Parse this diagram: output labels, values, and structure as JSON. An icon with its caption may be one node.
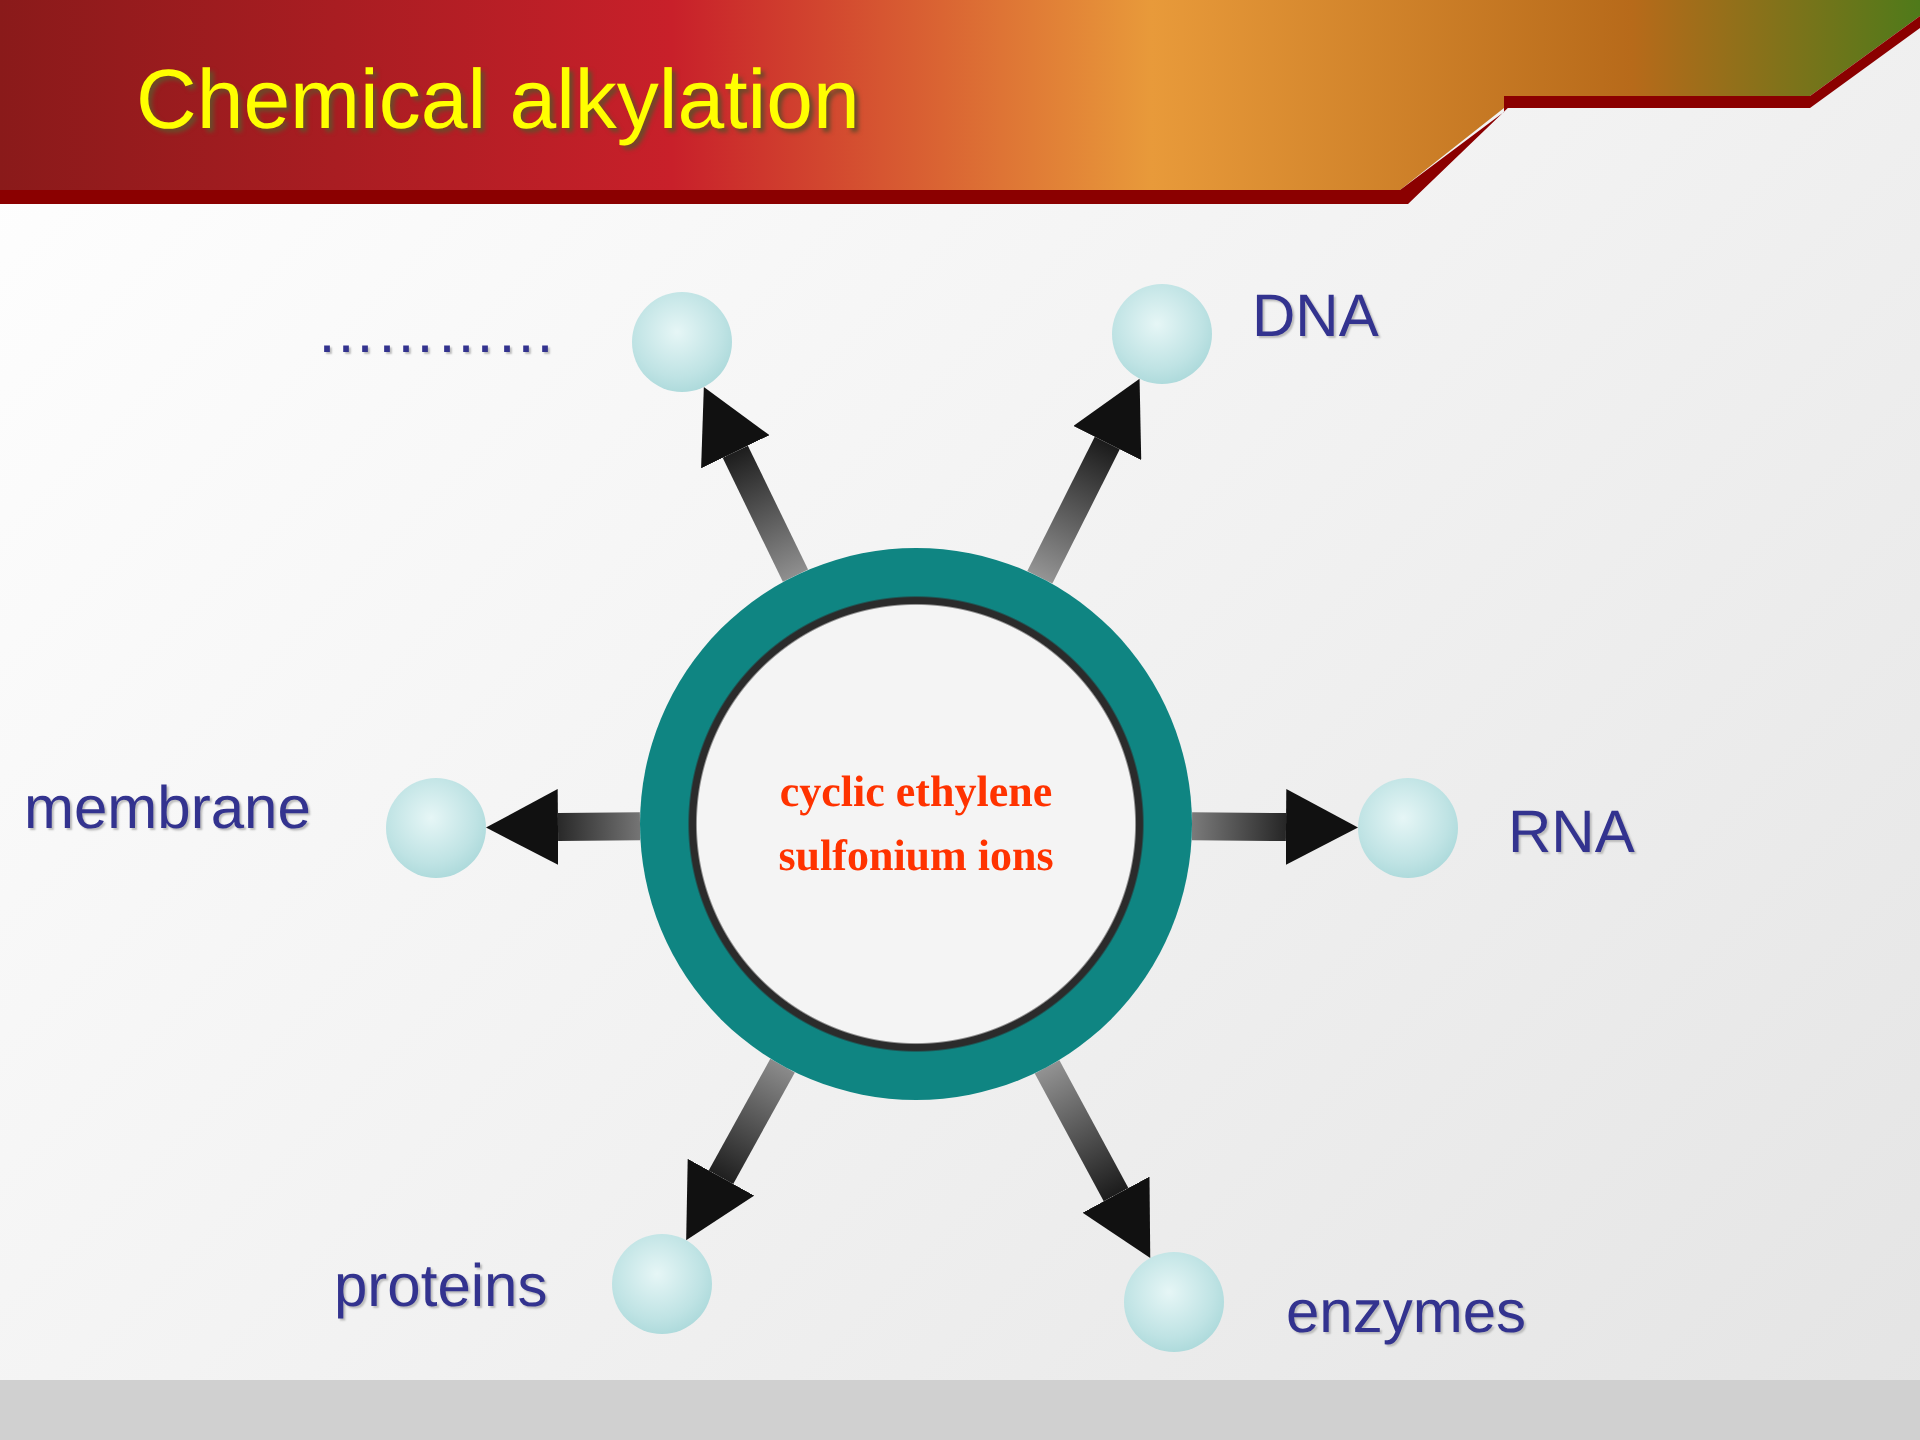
{
  "diagram": {
    "title": "Chemical alkylation",
    "nodes": [
      {
        "text": [
          "cyclic ethylene sulfonium ions"
        ]
      },
      {
        "text": [],
        "shape": "circle",
        "beside": [
          "…………"
        ]
      },
      {
        "text": [],
        "shape": "circle",
        "beside": [
          "DNA"
        ]
      },
      {
        "text": [],
        "shape": "circle",
        "beside": [
          "membrane"
        ]
      },
      {
        "text": [],
        "shape": "circle",
        "beside": [
          "RNA"
        ]
      },
      {
        "text": [],
        "shape": "circle",
        "beside": [
          "proteins"
        ]
      },
      {
        "text": [],
        "shape": "circle",
        "beside": [
          "enzymes"
        ]
      }
    ],
    "edges": [
      {
        "from": 0,
        "to": 1,
        "arrow": "to"
      },
      {
        "from": 0,
        "to": 2,
        "arrow": "to"
      },
      {
        "from": 0,
        "to": 3,
        "arrow": "to"
      },
      {
        "from": 0,
        "to": 4,
        "arrow": "to"
      },
      {
        "from": 0,
        "to": 5,
        "arrow": "to"
      },
      {
        "from": 0,
        "to": 6,
        "arrow": "to"
      }
    ]
  }
}
